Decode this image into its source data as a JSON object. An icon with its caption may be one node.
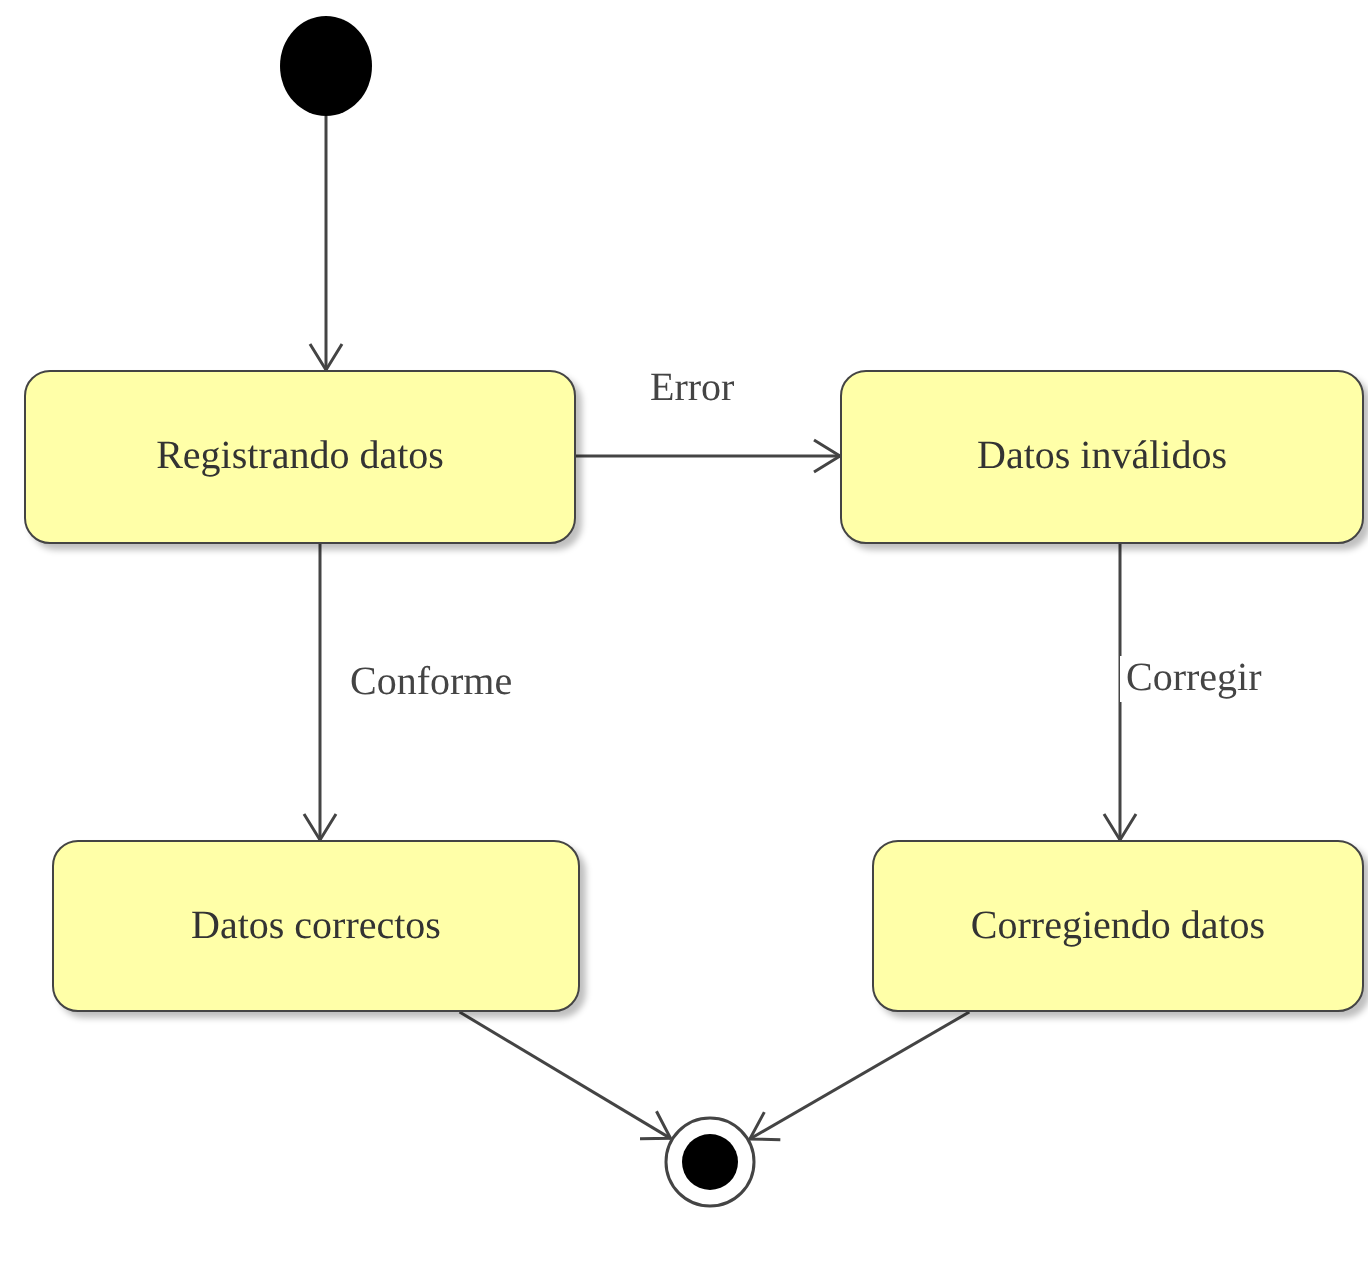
{
  "diagram": {
    "nodes": [
      {
        "text": [],
        "shape": "circle"
      },
      {
        "text": [
          "Registrando datos"
        ]
      },
      {
        "text": [
          "Datos inválidos"
        ]
      },
      {
        "text": [
          "Datos correctos"
        ]
      },
      {
        "text": [
          "Corregiendo datos"
        ]
      },
      {
        "text": [],
        "shape": "bullseye"
      }
    ],
    "edges": [
      {
        "from": 0,
        "to": 1,
        "arrow": "to"
      },
      {
        "from": 1,
        "to": 2,
        "arrow": "to",
        "label": "Error"
      },
      {
        "from": 1,
        "to": 3,
        "arrow": "to",
        "label": "Conforme"
      },
      {
        "from": 2,
        "to": 4,
        "arrow": "to",
        "label": "Corregir"
      },
      {
        "from": 3,
        "to": 5,
        "arrow": "to"
      },
      {
        "from": 4,
        "to": 5,
        "arrow": "to"
      }
    ]
  }
}
